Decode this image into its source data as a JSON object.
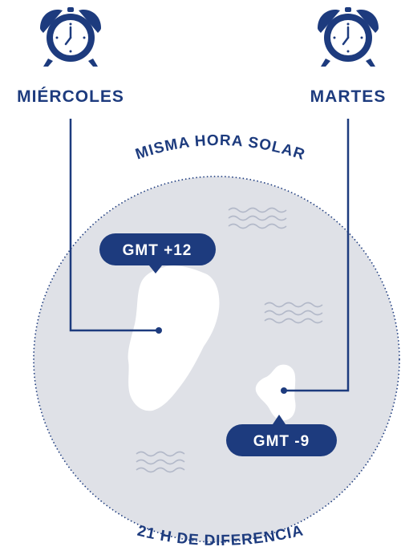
{
  "left_clock": {
    "label": "MIÉRCOLES",
    "icon": "alarm-clock-icon"
  },
  "right_clock": {
    "label": "MARTES",
    "icon": "alarm-clock-icon"
  },
  "top_arc_text": "MISMA HORA SOLAR",
  "bottom_arc_text": "21 H DE DIFERENCIA",
  "badges": {
    "left": "GMT +12",
    "right": "GMT -9"
  },
  "colors": {
    "navy": "#1d3b7e",
    "globe": "#dfe1e7",
    "island": "#ffffff",
    "waves": "#b3b9c9"
  }
}
